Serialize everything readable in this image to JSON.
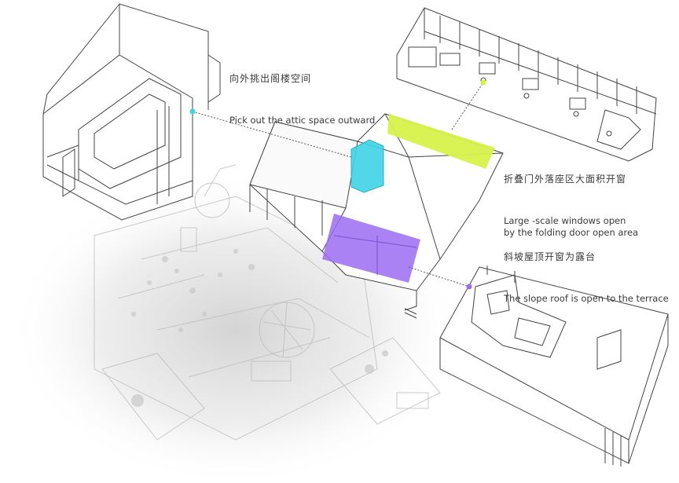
{
  "annotations": {
    "attic": {
      "zh": "向外挑出阁楼空间",
      "en": "Pick out the attic space outward"
    },
    "folding": {
      "zh": "折叠门外落座区大面积开窗",
      "en": "Large -scale windows open\nby the folding door open area"
    },
    "terrace": {
      "zh": "斜坡屋顶开窗为露台",
      "en": "The slope roof is open to the terrace"
    }
  },
  "colors": {
    "attic_highlight": "#3fd3e6",
    "window_highlight": "#d6f24a",
    "terrace_highlight": "#9b6cf2",
    "leader_line": "#555555",
    "line_work": "#444444"
  }
}
